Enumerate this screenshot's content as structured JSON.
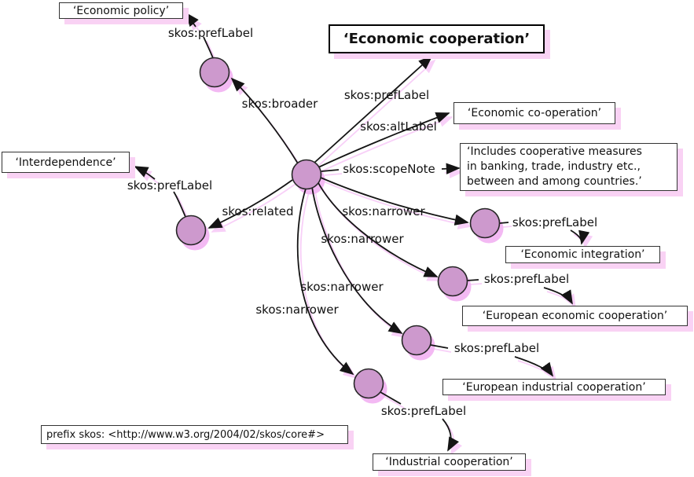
{
  "boxes": {
    "economic_policy": "‘Economic policy’",
    "economic_cooperation": "‘Economic cooperation’",
    "economic_co_operation": "‘Economic co-operation’",
    "scope_note_line1": "‘Includes cooperative measures",
    "scope_note_line2": "in banking, trade, industry etc.,",
    "scope_note_line3": "between and among countries.’",
    "interdependence": "‘Interdependence’",
    "economic_integration": "‘Economic integration’",
    "european_economic_cooperation": "‘European economic cooperation’",
    "european_industrial_cooperation": "‘European industrial cooperation’",
    "industrial_cooperation": "‘Industrial cooperation’",
    "prefix_note": "prefix skos: <http://www.w3.org/2004/02/skos/core#>"
  },
  "edge_labels": {
    "pref_policy": "skos:prefLabel",
    "broader": "skos:broader",
    "pref_main": "skos:prefLabel",
    "alt": "skos:altLabel",
    "scope": "skos:scopeNote",
    "related": "skos:related",
    "narrower_1": "skos:narrower",
    "narrower_2": "skos:narrower",
    "narrower_3": "skos:narrower",
    "narrower_4": "skos:narrower",
    "pref_inter": "skos:prefLabel",
    "pref_integration": "skos:prefLabel",
    "pref_eec": "skos:prefLabel",
    "pref_eic": "skos:prefLabel",
    "pref_ic": "skos:prefLabel"
  },
  "colors": {
    "node_fill": "#CD99CD",
    "node_stroke": "#262626",
    "edge": "#141414",
    "edge_shadow": "#F8D0F8",
    "node_shadow": "#F3B9F3",
    "box_shadow": "#F9D2F4",
    "box_border": "#333333"
  }
}
